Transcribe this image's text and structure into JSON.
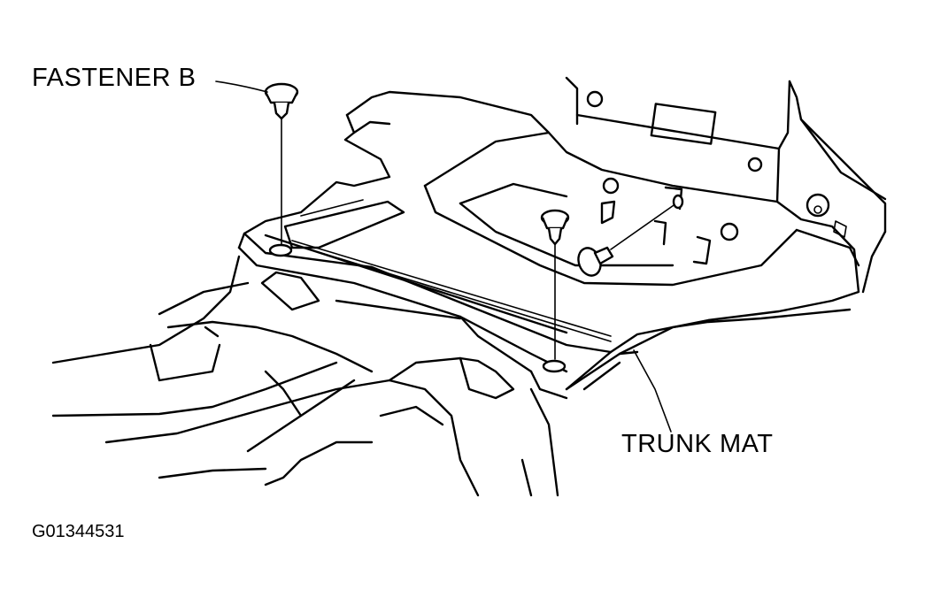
{
  "labels": {
    "fastener": "FASTENER B",
    "trunk_mat": "TRUNK MAT",
    "figure_id": "G01344531"
  },
  "colors": {
    "line": "#000000",
    "background": "#ffffff"
  }
}
